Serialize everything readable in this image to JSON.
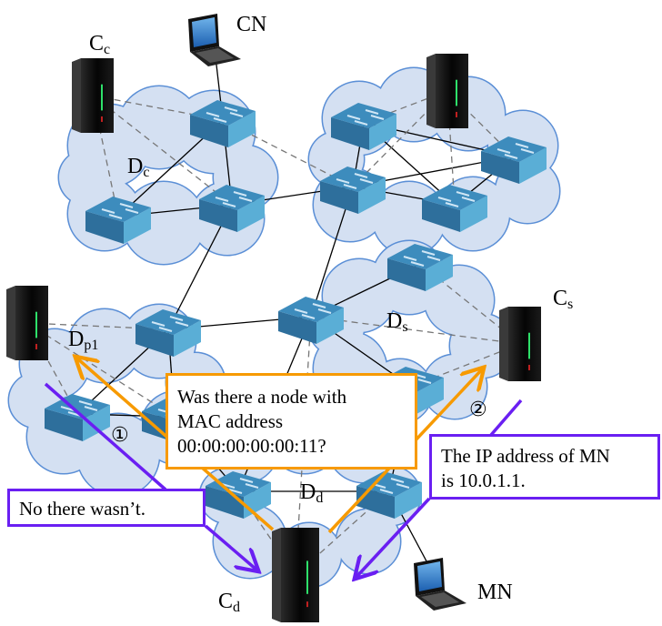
{
  "labels": {
    "cc": {
      "main": "C",
      "sub": "c"
    },
    "cn": {
      "main": "CN"
    },
    "dc": {
      "main": "D",
      "sub": "c"
    },
    "dp1": {
      "main": "D",
      "sub": "p1"
    },
    "ds": {
      "main": "D",
      "sub": "s"
    },
    "cs": {
      "main": "C",
      "sub": "s"
    },
    "dd": {
      "main": "D",
      "sub": "d"
    },
    "cd": {
      "main": "C",
      "sub": "d"
    },
    "mn": {
      "main": "MN"
    }
  },
  "query_box": {
    "lines": [
      "Was there a node with",
      "MAC address",
      "00:00:00:00:00:11?"
    ]
  },
  "reply_left": {
    "text": "No there wasn’t."
  },
  "reply_right": {
    "lines": [
      "The IP address of MN",
      "is 10.0.1.1."
    ]
  },
  "steps": {
    "one": "①",
    "two": "②"
  },
  "colors": {
    "query": "#f79a00",
    "reply": "#6a1ff2",
    "cloud_fill": "#d4e0f2",
    "cloud_stroke": "#5b8fd6",
    "switch": "#3a86b8"
  }
}
